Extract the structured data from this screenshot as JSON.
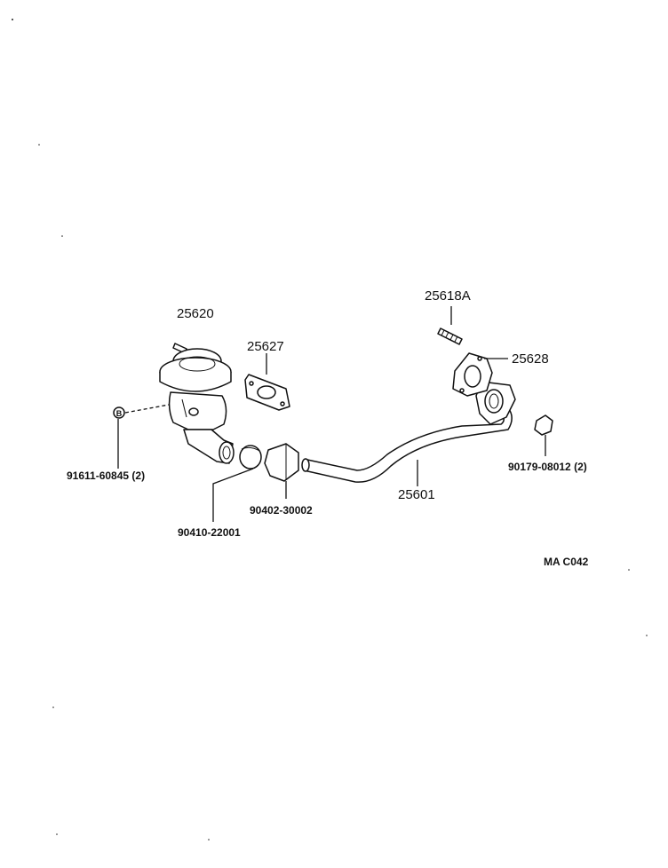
{
  "diagram": {
    "labels": {
      "egr_valve": "25620",
      "gasket_a": "25627",
      "stud": "25618A",
      "gasket_b": "25628",
      "pipe": "25601",
      "bolt": "91611-60845 (2)",
      "plug": "90410-22001",
      "union": "90402-30002",
      "nut": "90179-08012 (2)",
      "ref_code": "MA C042"
    },
    "bolt_marker": "B"
  }
}
